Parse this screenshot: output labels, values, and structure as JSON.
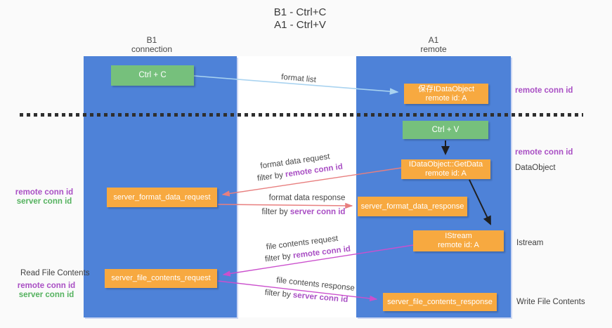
{
  "title": {
    "line1": "B1 - Ctrl+C",
    "line2": "A1 - Ctrl+V"
  },
  "lanes": {
    "left": {
      "title_line1": "B1",
      "title_line2": "connection"
    },
    "right": {
      "title_line1": "A1",
      "title_line2": "remote"
    }
  },
  "nodes": {
    "ctrl_c": {
      "label": "Ctrl + C"
    },
    "saved_idataobject": {
      "line1": "保存IDataObject",
      "line2": "remote id: A"
    },
    "ctrl_v": {
      "label": "Ctrl + V"
    },
    "idataobject_getdata": {
      "line1": "IDataObject::GetData",
      "line2": "remote id: A"
    },
    "server_format_data_request": {
      "label": "server_format_data_request"
    },
    "server_format_data_response": {
      "label": "server_format_data_response"
    },
    "istream": {
      "line1": "IStream",
      "line2": "remote id: A"
    },
    "server_file_contents_request": {
      "label": "server_file_contents_request"
    },
    "server_file_contents_response": {
      "label": "server_file_contents_response"
    }
  },
  "edge_labels": {
    "format_list": "format list",
    "format_data_request": "format data request",
    "format_data_response": "format data response",
    "file_contents_request": "file contents request",
    "file_contents_response": "file contents response",
    "filter_by": "filter by",
    "remote_conn_id": "remote conn id",
    "server_conn_id": "server conn id"
  },
  "side_labels": {
    "remote_conn_id": "remote conn id",
    "server_conn_id": "server conn id",
    "dataobject": "DataObject",
    "istream": "Istream",
    "read_file_contents": "Read File Contents",
    "write_file_contents": "Write File Contents"
  },
  "colors": {
    "lane_blue": "#4e82d8",
    "node_green": "#76c07c",
    "node_orange": "#f7a940",
    "arrow_blue": "#a9d3f0",
    "arrow_red": "#e87f7f",
    "arrow_magenta": "#cb50cd",
    "arrow_black": "#1f1f1f",
    "text_purple": "#a94fc4",
    "text_green": "#55b25f",
    "divider": "#2f2f2f"
  }
}
